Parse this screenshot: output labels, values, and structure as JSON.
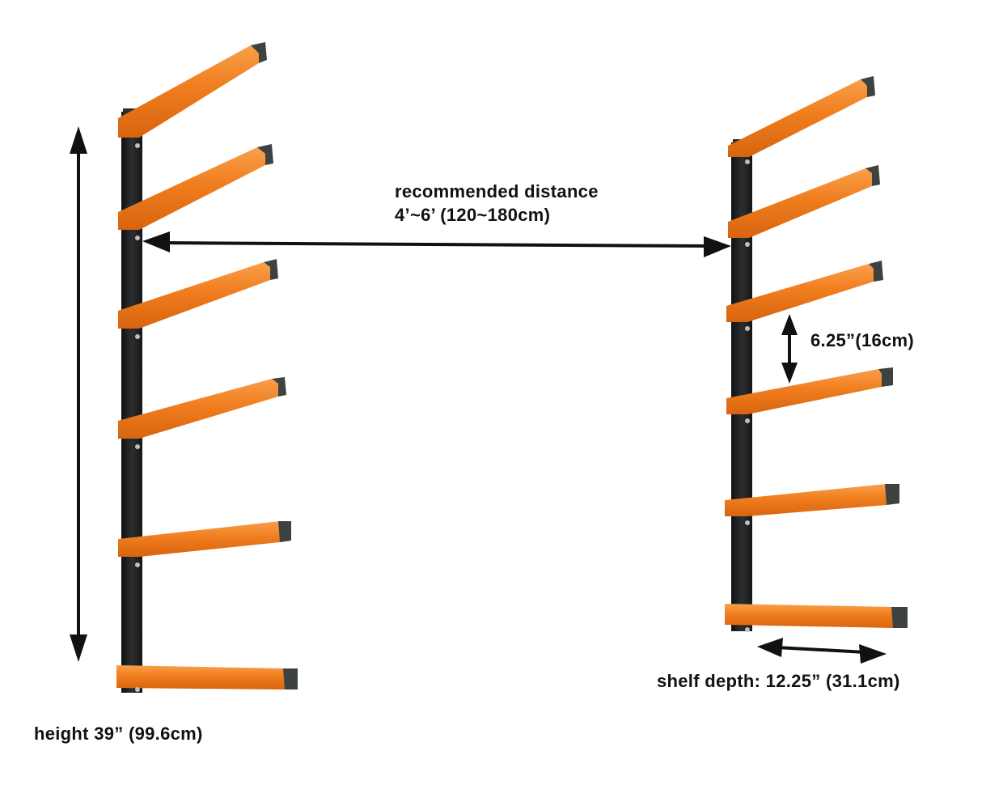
{
  "diagram": {
    "subject": "wall-mounted lumber storage rack, two brackets with six shelf arms each",
    "colors": {
      "shelf_arm": "#f07d1e",
      "shelf_arm_highlight": "#f9a04a",
      "post": "#1e1f20",
      "end_cap": "#3d4241",
      "arrow": "#111111",
      "background": "#ffffff"
    },
    "annotations": {
      "distance_line1": "recommended distance",
      "distance_line2": "4’~6’ (120~180cm)",
      "shelf_spacing": "6.25”(16cm)",
      "shelf_depth": "shelf depth: 12.25” (31.1cm)",
      "height": "height 39” (99.6cm)"
    },
    "brackets": [
      {
        "name": "left",
        "shelf_count": 6
      },
      {
        "name": "right",
        "shelf_count": 6
      }
    ]
  }
}
